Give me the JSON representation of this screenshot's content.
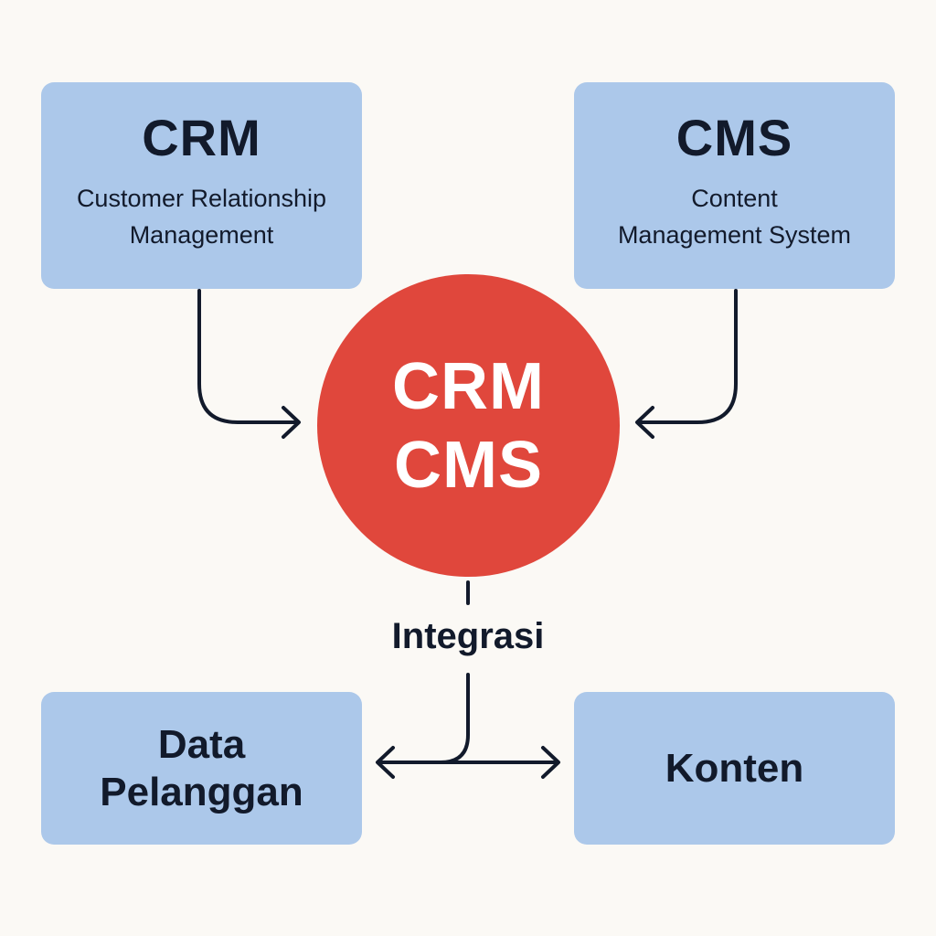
{
  "crm_box": {
    "title": "CRM",
    "subtitle": "Customer Relationship\nManagement"
  },
  "cms_box": {
    "title": "CMS",
    "subtitle": "Content\nManagement System"
  },
  "center": {
    "label": "CRM\nCMS",
    "color": "#e0473c"
  },
  "integration": {
    "label": "Integrasi"
  },
  "outputs": {
    "data_label": "Data\nPelanggan",
    "konten_label": "Konten"
  },
  "colors": {
    "box": "#acc8ea",
    "background": "#fbf9f5",
    "line": "#121a2b"
  }
}
